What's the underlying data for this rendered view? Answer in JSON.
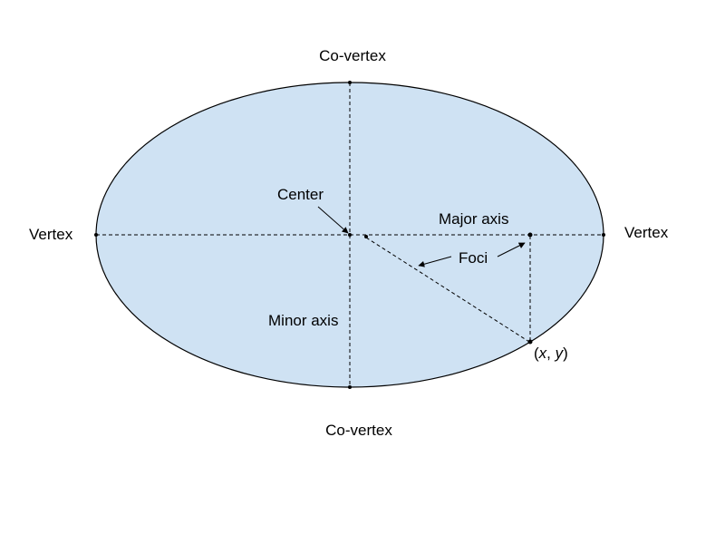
{
  "labels": {
    "top_covertex": "Co-vertex",
    "bottom_covertex": "Co-vertex",
    "left_vertex": "Vertex",
    "right_vertex": "Vertex",
    "center": "Center",
    "major_axis": "Major axis",
    "minor_axis": "Minor axis",
    "foci": "Foci",
    "point_open": "(",
    "point_x": "x",
    "point_sep": ", ",
    "point_y": "y",
    "point_close": ")"
  },
  "colors": {
    "ellipse_fill": "#cfe2f3",
    "stroke": "#000000"
  }
}
